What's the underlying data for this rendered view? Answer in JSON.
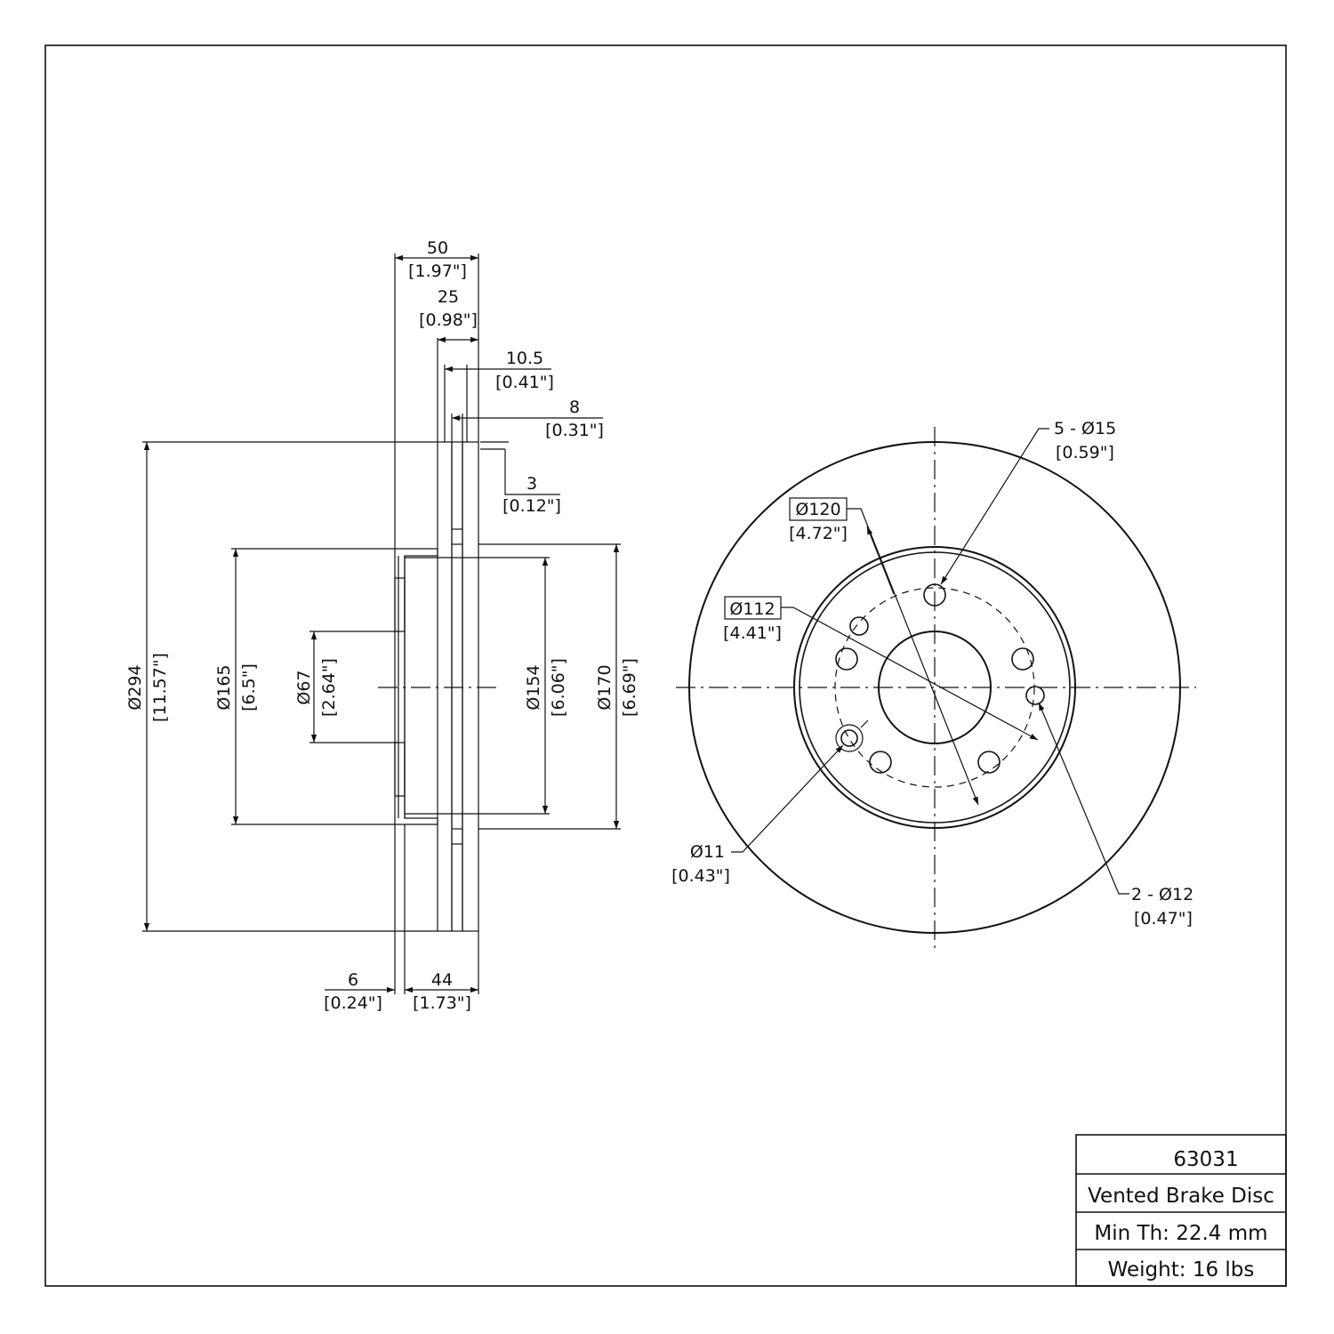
{
  "side_view": {
    "dim_50": "50",
    "dim_50_in": "[1.97\"]",
    "dim_25": "25",
    "dim_25_in": "[0.98\"]",
    "dim_10_5": "10.5",
    "dim_10_5_in": "[0.41\"]",
    "dim_8": "8",
    "dim_8_in": "[0.31\"]",
    "dim_3": "3",
    "dim_3_in": "[0.12\"]",
    "dim_294": "Ø294",
    "dim_294_in": "[11.57\"]",
    "dim_165": "Ø165",
    "dim_165_in": "[6.5\"]",
    "dim_67": "Ø67",
    "dim_67_in": "[2.64\"]",
    "dim_154": "Ø154",
    "dim_154_in": "[6.06\"]",
    "dim_170": "Ø170",
    "dim_170_in": "[6.69\"]",
    "dim_6": "6",
    "dim_6_in": "[0.24\"]",
    "dim_44": "44",
    "dim_44_in": "[1.73\"]"
  },
  "front_view": {
    "holes_15": "5 - Ø15",
    "holes_15_in": "[0.59\"]",
    "pcd_120": "Ø120",
    "pcd_120_in": "[4.72\"]",
    "pcd_112": "Ø112",
    "pcd_112_in": "[4.41\"]",
    "hole_11": "Ø11",
    "hole_11_in": "[0.43\"]",
    "holes_12": "2 - Ø12",
    "holes_12_in": "[0.47\"]"
  },
  "title_block": {
    "part_number": "63031",
    "description": "Vented Brake Disc",
    "min_thickness": "Min Th: 22.4 mm",
    "weight": "Weight: 16 lbs"
  }
}
